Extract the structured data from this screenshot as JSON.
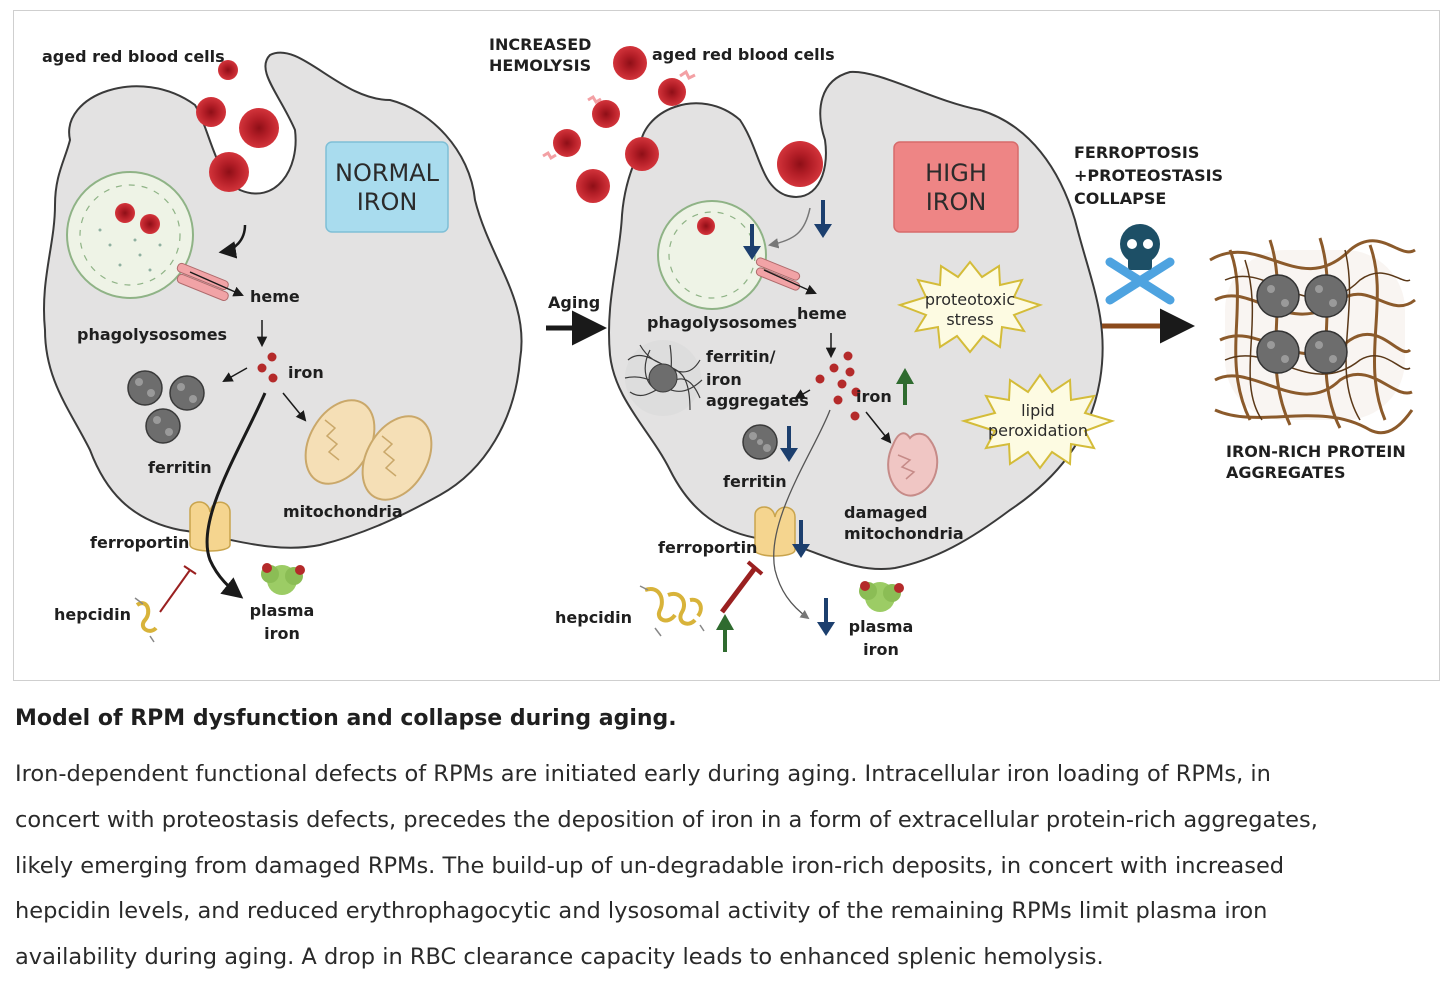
{
  "figure": {
    "left_panel": {
      "rbc_label": "aged red blood cells",
      "status_box": [
        "NORMAL",
        "IRON"
      ],
      "phagolysosomes": "phagolysosomes",
      "heme": "heme",
      "iron": "iron",
      "ferritin": "ferritin",
      "mitochondria": "mitochondria",
      "ferroportin": "ferroportin",
      "hepcidin": "hepcidin",
      "plasma_iron": [
        "plasma",
        "iron"
      ]
    },
    "aging_label": "Aging",
    "right_panel": {
      "hemolysis_label": [
        "INCREASED",
        "HEMOLYSIS"
      ],
      "rbc_label": "aged red blood cells",
      "status_box": [
        "HIGH",
        "IRON"
      ],
      "phagolysosomes": "phagolysosomes",
      "heme": "heme",
      "ferritin_aggregates": [
        "ferritin/",
        "iron",
        "aggregates"
      ],
      "iron": "iron",
      "proteotoxic": [
        "proteotoxic",
        "stress"
      ],
      "lipid": [
        "lipid",
        "peroxidation"
      ],
      "ferritin": "ferritin",
      "damaged_mito": [
        "damaged",
        "mitochondria"
      ],
      "ferroportin": "ferroportin",
      "hepcidin": "hepcidin",
      "plasma_iron": [
        "plasma",
        "iron"
      ]
    },
    "outcome": {
      "ferroptosis": [
        "FERROPTOSIS",
        "+PROTEOSTASIS",
        "COLLAPSE"
      ],
      "aggregates": [
        "IRON-RICH PROTEIN",
        "AGGREGATES"
      ]
    },
    "colors": {
      "cell": "#e3e2e2",
      "rbc": "#c0202a",
      "iron_dot": "#b42a2a",
      "down_arrow": "#1c3f6e",
      "up_arrow": "#2f6b2f",
      "normal_box": "#a9dcee",
      "high_box": "#ee8585",
      "skull": "#1d4f66",
      "crossbones": "#4ea3e0",
      "brown_arrow": "#8b4a1c"
    }
  },
  "caption": {
    "title": "Model of RPM dysfunction and collapse during aging.",
    "lines": [
      "Iron-dependent functional defects of RPMs are initiated early during aging. Intracellular iron loading of RPMs, in",
      "concert with proteostasis defects, precedes the deposition of iron in a form of extracellular protein-rich aggregates,",
      "likely emerging from damaged RPMs. The build-up of un-degradable iron-rich deposits, in concert with increased",
      "hepcidin levels, and reduced erythrophagocytic and lysosomal activity of the remaining RPMs limit plasma iron",
      "availability during aging. A drop in RBC clearance capacity leads to enhanced splenic hemolysis."
    ]
  }
}
